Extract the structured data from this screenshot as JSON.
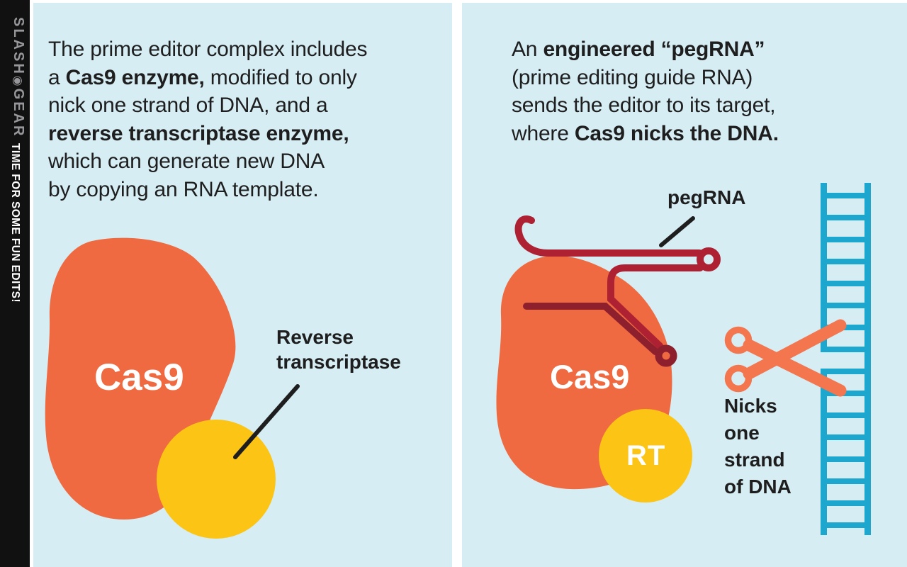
{
  "colors": {
    "page_bg": "#ffffff",
    "bar_bg": "#111111",
    "panel_bg": "#d6edf4",
    "orange": "#ef6a41",
    "orange2": "#f3764f",
    "yellow": "#fcc414",
    "red": "#ae2133",
    "red2": "#8e1f2c",
    "blue": "#1ea7ce",
    "ink": "#1e1e1e",
    "logo_gray": "#97979b"
  },
  "sidebar": {
    "logo_top": "SLASH",
    "logo_icon_glyph": "◉",
    "logo_bottom": "GEAR",
    "tagline": "TIME FOR SOME FUN EDITS!"
  },
  "left_panel": {
    "paragraph": [
      [
        {
          "t": "The prime editor complex includes"
        }
      ],
      [
        {
          "t": "a "
        },
        {
          "t": "Cas9 enzyme,",
          "b": true
        },
        {
          "t": " modified to only"
        }
      ],
      [
        {
          "t": "nick one strand of DNA, and a"
        }
      ],
      [
        {
          "t": "reverse transcriptase enzyme,",
          "b": true
        }
      ],
      [
        {
          "t": "which can generate new DNA"
        }
      ],
      [
        {
          "t": "by copying an RNA template."
        }
      ]
    ],
    "cas9_label": "Cas9",
    "rt_label_lines": [
      "Reverse",
      "transcriptase"
    ]
  },
  "right_panel": {
    "paragraph": [
      [
        {
          "t": "An "
        },
        {
          "t": "engineered “pegRNA”",
          "b": true
        }
      ],
      [
        {
          "t": "(prime editing guide RNA)"
        }
      ],
      [
        {
          "t": "sends the editor to its target,"
        }
      ],
      [
        {
          "t": "where "
        },
        {
          "t": "Cas9 nicks the DNA.",
          "b": true
        }
      ]
    ],
    "pegrna_label": "pegRNA",
    "cas9_label": "Cas9",
    "rt_badge": "RT",
    "nick_label_lines": [
      "Nicks",
      "one",
      "strand",
      "of DNA"
    ]
  }
}
